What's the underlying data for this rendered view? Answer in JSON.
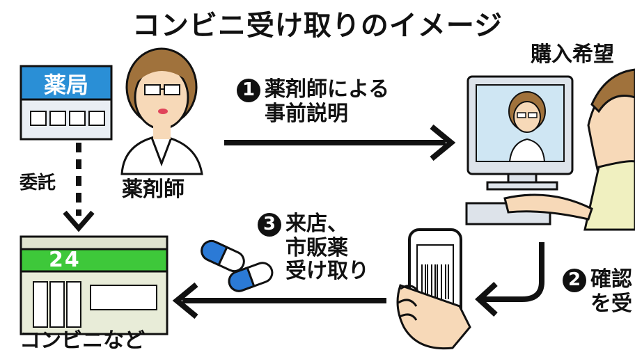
{
  "title": "コンビニ受け取りのイメージ",
  "pharmacy_sign": "薬局",
  "pharmacist_label": "薬剤師",
  "consign_label": "委託",
  "conbini_sign": "24",
  "conbini_label": "コンビニなど",
  "buyer_label": "購入希望",
  "step1": {
    "num": "1",
    "line1": "薬剤師による",
    "line2": "事前説明"
  },
  "step2": {
    "num": "2",
    "line1": "確認",
    "line2": "を受"
  },
  "step3": {
    "num": "3",
    "line1": "来店、",
    "line2": "市販薬",
    "line3": "受け取り"
  },
  "colors": {
    "pharmacy_blue": "#2a8fd6",
    "conbini_green": "#3ec83a",
    "pill_blue": "#2b7ad6",
    "skin": "#f7d9b8",
    "hair": "#a0723c"
  }
}
